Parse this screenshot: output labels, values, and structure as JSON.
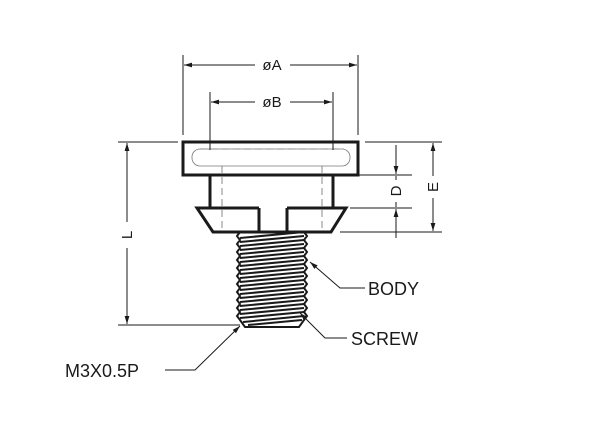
{
  "dimensions": {
    "dia_a": "øA",
    "dia_b": "øB",
    "length": "L",
    "d": "D",
    "e": "E"
  },
  "callouts": {
    "body": "BODY",
    "screw": "SCREW",
    "thread": "M3X0.5P"
  }
}
